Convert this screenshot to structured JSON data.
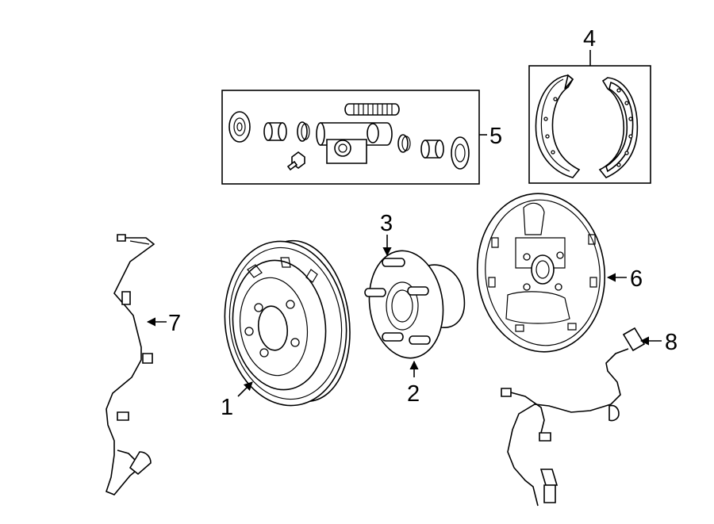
{
  "diagram": {
    "callouts": [
      {
        "id": "1",
        "label": "1"
      },
      {
        "id": "2",
        "label": "2"
      },
      {
        "id": "3",
        "label": "3"
      },
      {
        "id": "4",
        "label": "4"
      },
      {
        "id": "5",
        "label": "5"
      },
      {
        "id": "6",
        "label": "6"
      },
      {
        "id": "7",
        "label": "7"
      },
      {
        "id": "8",
        "label": "8"
      }
    ]
  },
  "colors": {
    "line": "#000000",
    "background": "#ffffff"
  }
}
